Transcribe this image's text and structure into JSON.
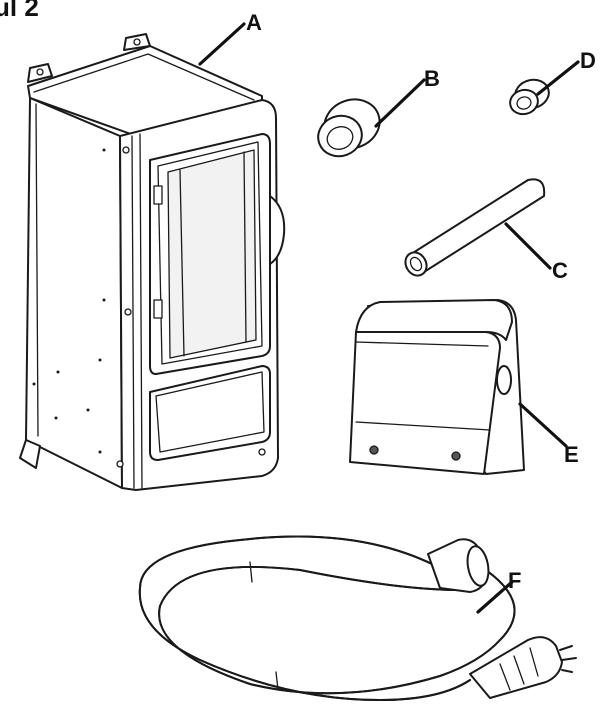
{
  "header": {
    "fragment": "ul 2"
  },
  "parts": [
    {
      "id": "A",
      "label": "A",
      "icon": "enclosure-box"
    },
    {
      "id": "B",
      "label": "B",
      "icon": "large-bushing"
    },
    {
      "id": "C",
      "label": "C",
      "icon": "tube"
    },
    {
      "id": "D",
      "label": "D",
      "icon": "small-bushing"
    },
    {
      "id": "E",
      "label": "E",
      "icon": "cover-housing"
    },
    {
      "id": "F",
      "label": "F",
      "icon": "power-cord"
    }
  ],
  "colors": {
    "line": "#1a1a1a",
    "panel": "#f2f2f2",
    "background": "#ffffff"
  }
}
